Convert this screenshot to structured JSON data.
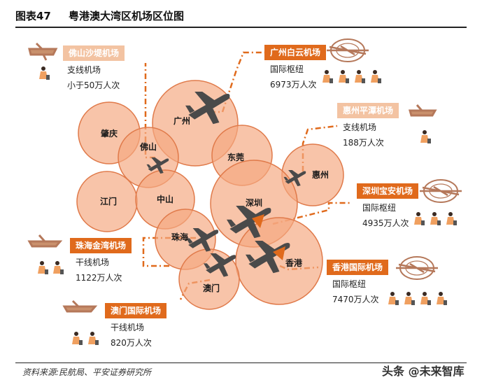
{
  "header": {
    "number": "图表47",
    "title": "粤港澳大湾区机场区位图"
  },
  "cities": {
    "zhaoqing": "肇庆",
    "guangzhou": "广州",
    "foshan": "佛山",
    "dongguan": "东莞",
    "huizhou": "惠州",
    "jiangmen": "江门",
    "zhongshan": "中山",
    "shenzhen": "深圳",
    "zhuhai": "珠海",
    "hongkong": "香港",
    "macau": "澳门"
  },
  "airports": {
    "foshan": {
      "name": "佛山沙堤机场",
      "type": "支线机场",
      "volume": "小于50万人次"
    },
    "guangzhou": {
      "name": "广州白云机场",
      "type": "国际枢纽",
      "volume": "6973万人次"
    },
    "huizhou": {
      "name": "惠州平潭机场",
      "type": "支线机场",
      "volume": "188万人次"
    },
    "shenzhen": {
      "name": "深圳宝安机场",
      "type": "国际枢纽",
      "volume": "4935万人次"
    },
    "zhuhai": {
      "name": "珠海金湾机场",
      "type": "干线机场",
      "volume": "1122万人次"
    },
    "hongkong": {
      "name": "香港国际机场",
      "type": "国际枢纽",
      "volume": "7470万人次"
    },
    "macau": {
      "name": "澳门国际机场",
      "type": "干线机场",
      "volume": "820万人次"
    }
  },
  "footer": {
    "source": "资料来源:民航局、平安证券研究所",
    "watermark": "头条 @未来智库"
  },
  "colors": {
    "accent": "#e06a1c",
    "accent_light": "#f3c3a2",
    "circle_fill": "#f4a880",
    "circle_stroke": "#e07a4a",
    "plane": "#4a4a4a"
  }
}
